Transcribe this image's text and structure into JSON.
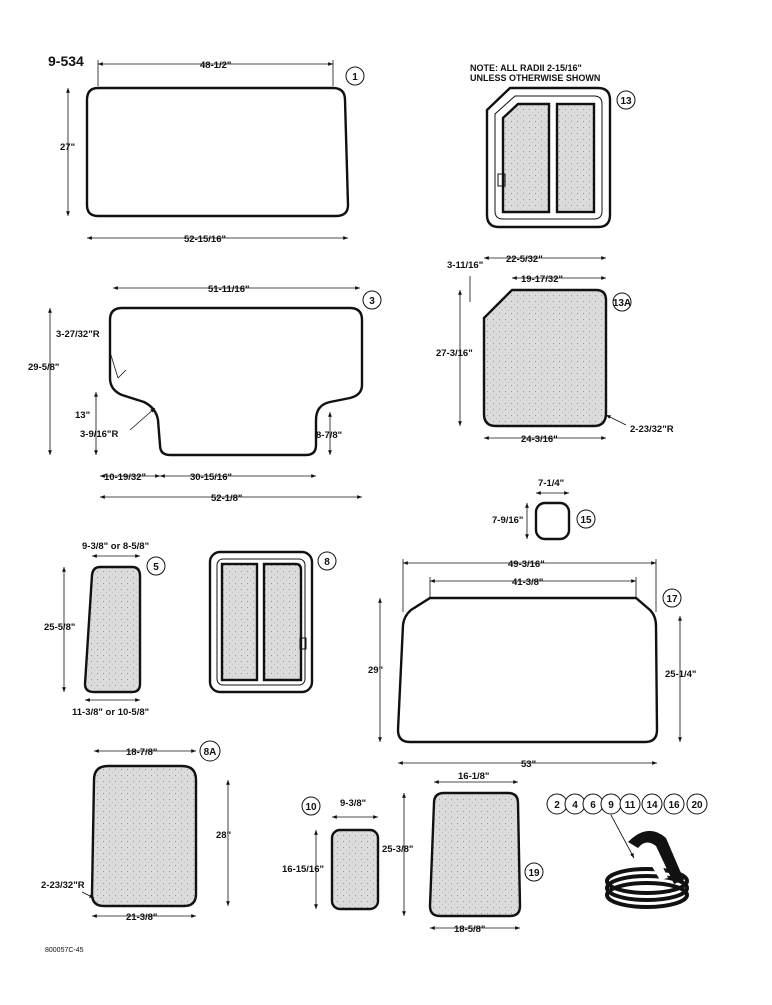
{
  "diagram": {
    "page_number": "9-534",
    "note_line1": "NOTE: ALL RADII 2-15/16\"",
    "note_line2": "UNLESS OTHERWISE SHOWN",
    "footer_code": "800057C-45",
    "parts": [
      {
        "ref": "1",
        "dims": [
          "48-1/2\"",
          "27\"",
          "52-15/16\""
        ]
      },
      {
        "ref": "3",
        "dims": [
          "51-11/16\"",
          "3-27/32\"R",
          "29-5/8\"",
          "13\"",
          "3-9/16\"R",
          "8-7/8\"",
          "10-19/32\"",
          "30-15/16\"",
          "52-1/8\""
        ]
      },
      {
        "ref": "13",
        "dims": []
      },
      {
        "ref": "13A",
        "dims": [
          "22-5/32\"",
          "3-11/16\"",
          "19-17/32\"",
          "27-3/16\"",
          "2-23/32\"R",
          "24-3/16\""
        ]
      },
      {
        "ref": "15",
        "dims": [
          "7-1/4\"",
          "7-9/16\""
        ]
      },
      {
        "ref": "5",
        "dims": [
          "9-3/8\" or 8-5/8\"",
          "25-5/8\"",
          "11-3/8\" or 10-5/8\""
        ]
      },
      {
        "ref": "8",
        "dims": []
      },
      {
        "ref": "17",
        "dims": [
          "49-3/16\"",
          "41-3/8\"",
          "29\"",
          "25-1/4\"",
          "53\""
        ]
      },
      {
        "ref": "8A",
        "dims": [
          "18-7/8\"",
          "28\"",
          "2-23/32\"R",
          "21-3/8\""
        ]
      },
      {
        "ref": "10",
        "dims": [
          "9-3/8\"",
          "16-15/16\""
        ]
      },
      {
        "ref": "19",
        "dims": [
          "16-1/8\"",
          "25-3/8\"",
          "18-5/8\""
        ]
      }
    ],
    "seal_chain": [
      "2",
      "4",
      "6",
      "9",
      "11",
      "14",
      "16",
      "20"
    ]
  }
}
